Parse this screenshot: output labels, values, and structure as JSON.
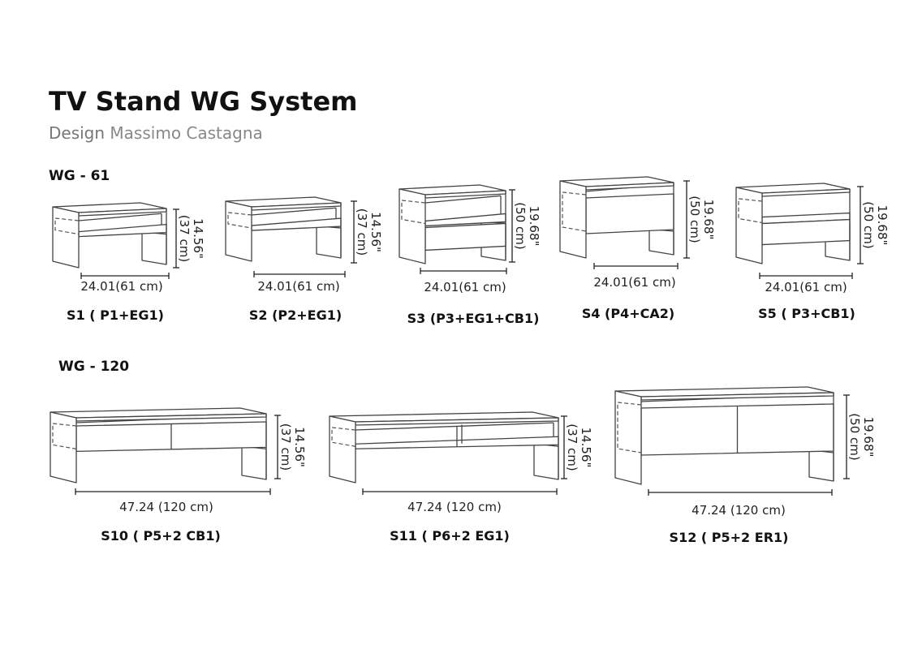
{
  "header": {
    "title": "TV Stand WG System",
    "design_prefix": "Design",
    "designer": "Massimo Castagna"
  },
  "groups": [
    {
      "label": "WG - 61",
      "items": [
        {
          "caption": "S1 ( P1+EG1)",
          "width_label": "24.01(61 cm)",
          "height_in": "14.56\"",
          "height_cm": "(37 cm)"
        },
        {
          "caption": "S2 (P2+EG1)",
          "width_label": "24.01(61 cm)",
          "height_in": "14.56\"",
          "height_cm": "(37 cm)"
        },
        {
          "caption": "S3 (P3+EG1+CB1)",
          "width_label": "24.01(61 cm)",
          "height_in": "19.68\"",
          "height_cm": "(50 cm)"
        },
        {
          "caption": "S4 (P4+CA2)",
          "width_label": "24.01(61 cm)",
          "height_in": "19.68\"",
          "height_cm": "(50 cm)"
        },
        {
          "caption": "S5 ( P3+CB1)",
          "width_label": "24.01(61 cm)",
          "height_in": "19.68\"",
          "height_cm": "(50 cm)"
        }
      ]
    },
    {
      "label": "WG - 120",
      "items": [
        {
          "caption": "S10 ( P5+2 CB1)",
          "width_label": "47.24 (120 cm)",
          "height_in": "14.56\"",
          "height_cm": "(37 cm)"
        },
        {
          "caption": "S11 ( P6+2 EG1)",
          "width_label": "47.24 (120 cm)",
          "height_in": "14.56\"",
          "height_cm": "(37 cm)"
        },
        {
          "caption": "S12 ( P5+2 ER1)",
          "width_label": "47.24 (120 cm)",
          "height_in": "19.68\"",
          "height_cm": "(50 cm)"
        }
      ]
    }
  ]
}
